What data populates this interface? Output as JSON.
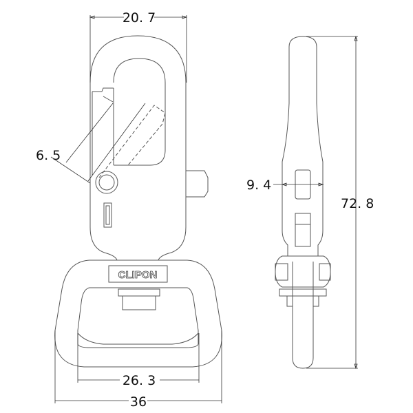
{
  "dimensions": {
    "hook_width": "20. 7",
    "gate_opening": "6. 5",
    "ring_inner_width": "26. 3",
    "ring_outer_width": "36",
    "side_thickness": "9. 4",
    "total_length": "72. 8"
  },
  "logo": "CLIPON",
  "colors": {
    "line": "#555555",
    "text": "#111111",
    "background": "#ffffff"
  }
}
